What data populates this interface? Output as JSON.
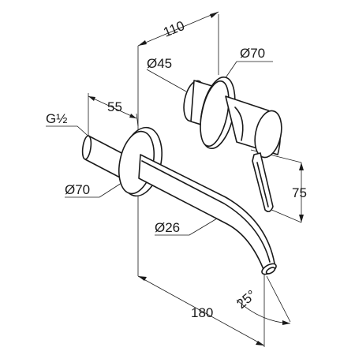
{
  "dimensions": {
    "width_110": "110",
    "dia_45": "Ø45",
    "dia_70_top": "Ø70",
    "thread": "G½",
    "depth_55": "55",
    "dia_70_left": "Ø70",
    "height_75": "75",
    "dia_26": "Ø26",
    "angle_25": "25°",
    "length_180": "180"
  }
}
